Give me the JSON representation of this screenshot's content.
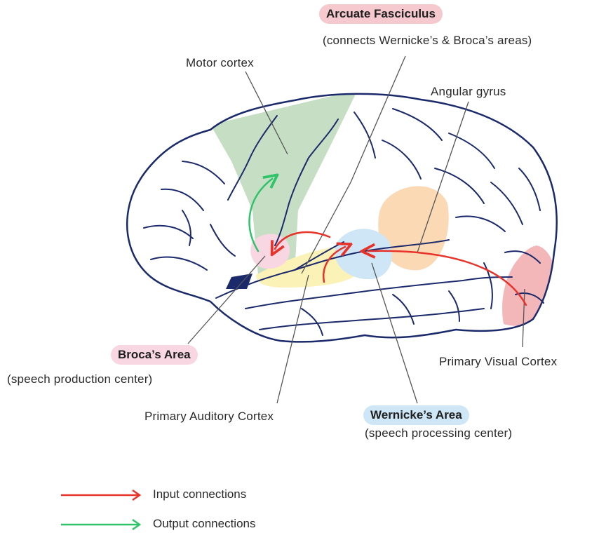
{
  "colors": {
    "outline": "#1b2a6b",
    "input_arrow": "#e8332b",
    "output_arrow": "#2fc46a",
    "motor": "#c6dfc4",
    "arcuate_pill": "#f5c9cd",
    "broca": "#f8d7e3",
    "wernicke": "#cfe6f6",
    "angular": "#fbd9b5",
    "auditory": "#fbf2b8",
    "visual": "#f4b7b9",
    "leader_line": "#555555"
  },
  "labels": {
    "arcuate_title": "Arcuate Fasciculus",
    "arcuate_desc": "(connects Wernicke’s & Broca’s areas)",
    "motor_cortex": "Motor cortex",
    "angular_gyrus": "Angular gyrus",
    "broca_title": "Broca’s Area",
    "broca_desc": "(speech production center)",
    "primary_visual": "Primary Visual Cortex",
    "primary_auditory": "Primary Auditory Cortex",
    "wernicke_title": "Wernicke’s Area",
    "wernicke_desc": "(speech processing center)"
  },
  "legend": {
    "input_label": "Input connections",
    "output_label": "Output connections"
  },
  "icons": {
    "input_legend": "red-arrow-icon",
    "output_legend": "green-arrow-icon"
  }
}
